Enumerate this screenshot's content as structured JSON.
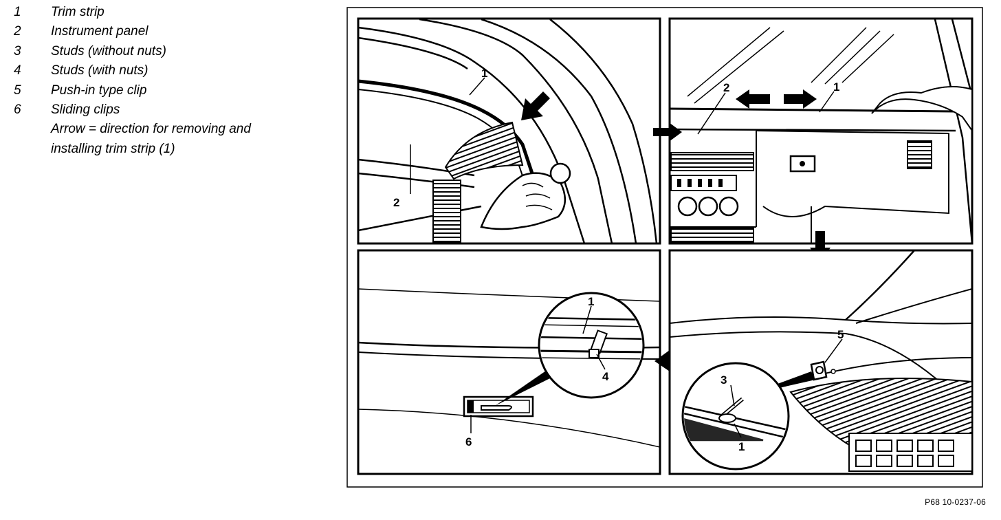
{
  "legend": [
    {
      "num": "1",
      "text": "Trim strip"
    },
    {
      "num": "2",
      "text": "Instrument panel"
    },
    {
      "num": "3",
      "text": "Studs (without nuts)"
    },
    {
      "num": "4",
      "text": "Studs (with nuts)"
    },
    {
      "num": "5",
      "text": "Push-in type clip"
    },
    {
      "num": "6",
      "text": "Sliding clips"
    }
  ],
  "note_line1": "Arrow = direction for removing and",
  "note_line2": "installing trim strip (1)",
  "callouts": {
    "tl_1": "1",
    "tl_2": "2",
    "tr_1": "1",
    "tr_2": "2",
    "bl_1": "1",
    "bl_4": "4",
    "bl_6": "6",
    "br_5": "5",
    "br_3": "3",
    "br_1": "1"
  },
  "reference": "P68 10-0237-06"
}
